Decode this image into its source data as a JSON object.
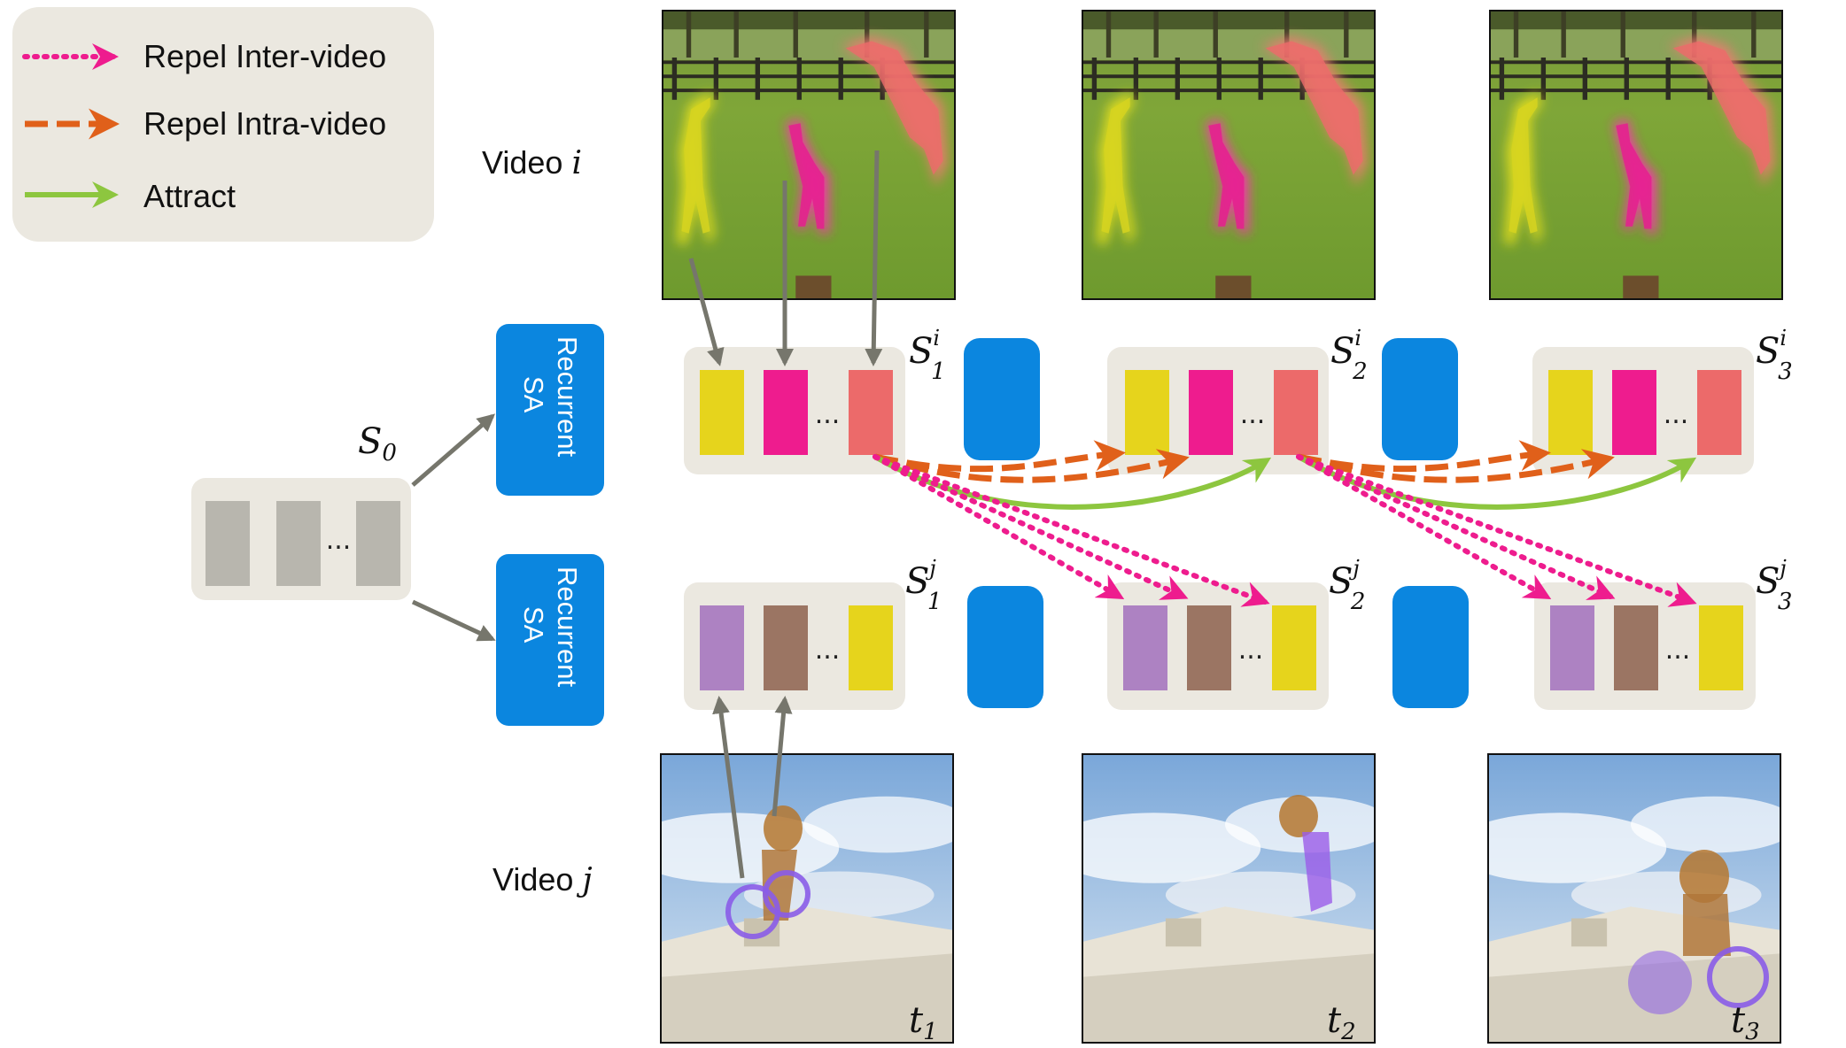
{
  "legend": {
    "items": [
      {
        "label": "Repel Inter-video",
        "style": "dotted",
        "color": "#ee1c8e"
      },
      {
        "label": "Repel Intra-video",
        "style": "dashed",
        "color": "#e0601a"
      },
      {
        "label": "Attract",
        "style": "solid",
        "color": "#8dc63f"
      }
    ]
  },
  "video_i_label": {
    "text": "Video ",
    "var": "i"
  },
  "video_j_label": {
    "text": "Video ",
    "var": "j"
  },
  "sa_label_line1": "Recurrent",
  "sa_label_line2": "SA",
  "slot_initial_label": {
    "base": "S",
    "sub": "0"
  },
  "ellipsis": "...",
  "slots_i": [
    {
      "base": "S",
      "sub": "1",
      "sup": "i"
    },
    {
      "base": "S",
      "sub": "2",
      "sup": "i"
    },
    {
      "base": "S",
      "sub": "3",
      "sup": "i"
    }
  ],
  "slots_j": [
    {
      "base": "S",
      "sub": "1",
      "sup": "j"
    },
    {
      "base": "S",
      "sub": "2",
      "sup": "j"
    },
    {
      "base": "S",
      "sub": "3",
      "sup": "j"
    }
  ],
  "time_labels": [
    {
      "base": "t",
      "sub": "1"
    },
    {
      "base": "t",
      "sub": "2"
    },
    {
      "base": "t",
      "sub": "3"
    }
  ],
  "colors": {
    "slot_yellow": "#e6d41c",
    "slot_magenta": "#ee1c8e",
    "slot_salmon": "#ec6a6a",
    "slot_purple": "#ad82c2",
    "slot_brown": "#9b7563",
    "slot_gray": "#b8b6ae",
    "panel_bg": "#ebe8e0",
    "sa_blue": "#0b86df",
    "arrow_gray": "#76766c",
    "time_label": "#f3ea28"
  }
}
